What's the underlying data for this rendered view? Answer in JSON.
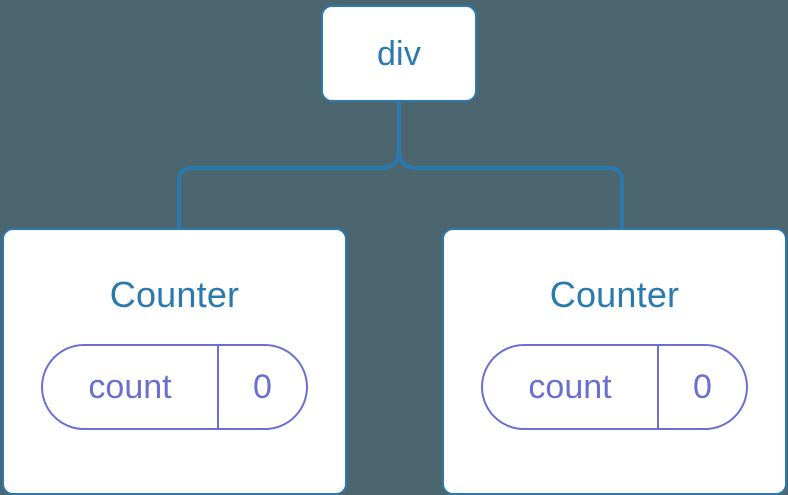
{
  "canvas": {
    "background_color": "#4c6670",
    "node_border_color": "#2a7ab0",
    "node_text_color": "#2a7ab0",
    "pill_color": "#6a6fd0",
    "connector_color": "#2a7ab0"
  },
  "tree": {
    "root": {
      "label": "div"
    },
    "children": [
      {
        "label": "Counter",
        "state": {
          "key": "count",
          "value": "0"
        }
      },
      {
        "label": "Counter",
        "state": {
          "key": "count",
          "value": "0"
        }
      }
    ]
  }
}
